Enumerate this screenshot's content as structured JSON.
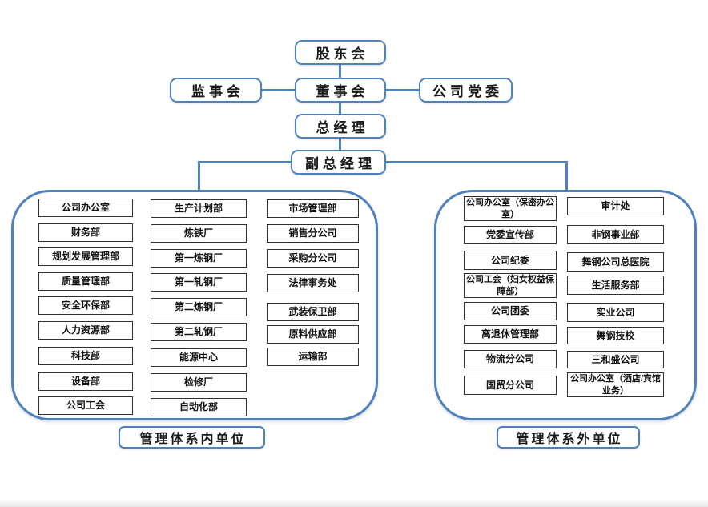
{
  "colors": {
    "accent_blue": "#4f81bd",
    "unit_border": "#2f2f2f",
    "text": "#111111",
    "background": "#ffffff"
  },
  "hierarchy": {
    "shareholders": "股东会",
    "supervisory_board": "监事会",
    "board_of_directors": "董事会",
    "party_committee": "公司党委",
    "general_manager": "总经理",
    "deputy_general_manager": "副总经理"
  },
  "left_group": {
    "label": "管理体系内单位",
    "columns": [
      [
        "公司办公室",
        "财务部",
        "规划发展管理部",
        "质量管理部",
        "安全环保部",
        "人力资源部",
        "科技部",
        "设备部",
        "公司工会"
      ],
      [
        "生产计划部",
        "炼铁厂",
        "第一炼钢厂",
        "第一轧钢厂",
        "第二炼钢厂",
        "第二轧钢厂",
        "能源中心",
        "检修厂",
        "自动化部"
      ],
      [
        "市场管理部",
        "销售分公司",
        "采购分公司",
        "法律事务处",
        "武装保卫部",
        "原料供应部",
        "运输部"
      ]
    ]
  },
  "right_group": {
    "label": "管理体系外单位",
    "columns": [
      [
        "公司办公室（保密办公室）",
        "党委宣传部",
        "公司纪委",
        "公司工会（妇女权益保障部）",
        "公司团委",
        "离退休管理部",
        "物流分公司",
        "国贸分公司"
      ],
      [
        "审计处",
        "非钢事业部",
        "舞钢公司总医院",
        "生活服务部",
        "实业公司",
        "舞钢技校",
        "三和盛公司",
        "公司办公室（酒店/宾馆业务）"
      ]
    ]
  }
}
